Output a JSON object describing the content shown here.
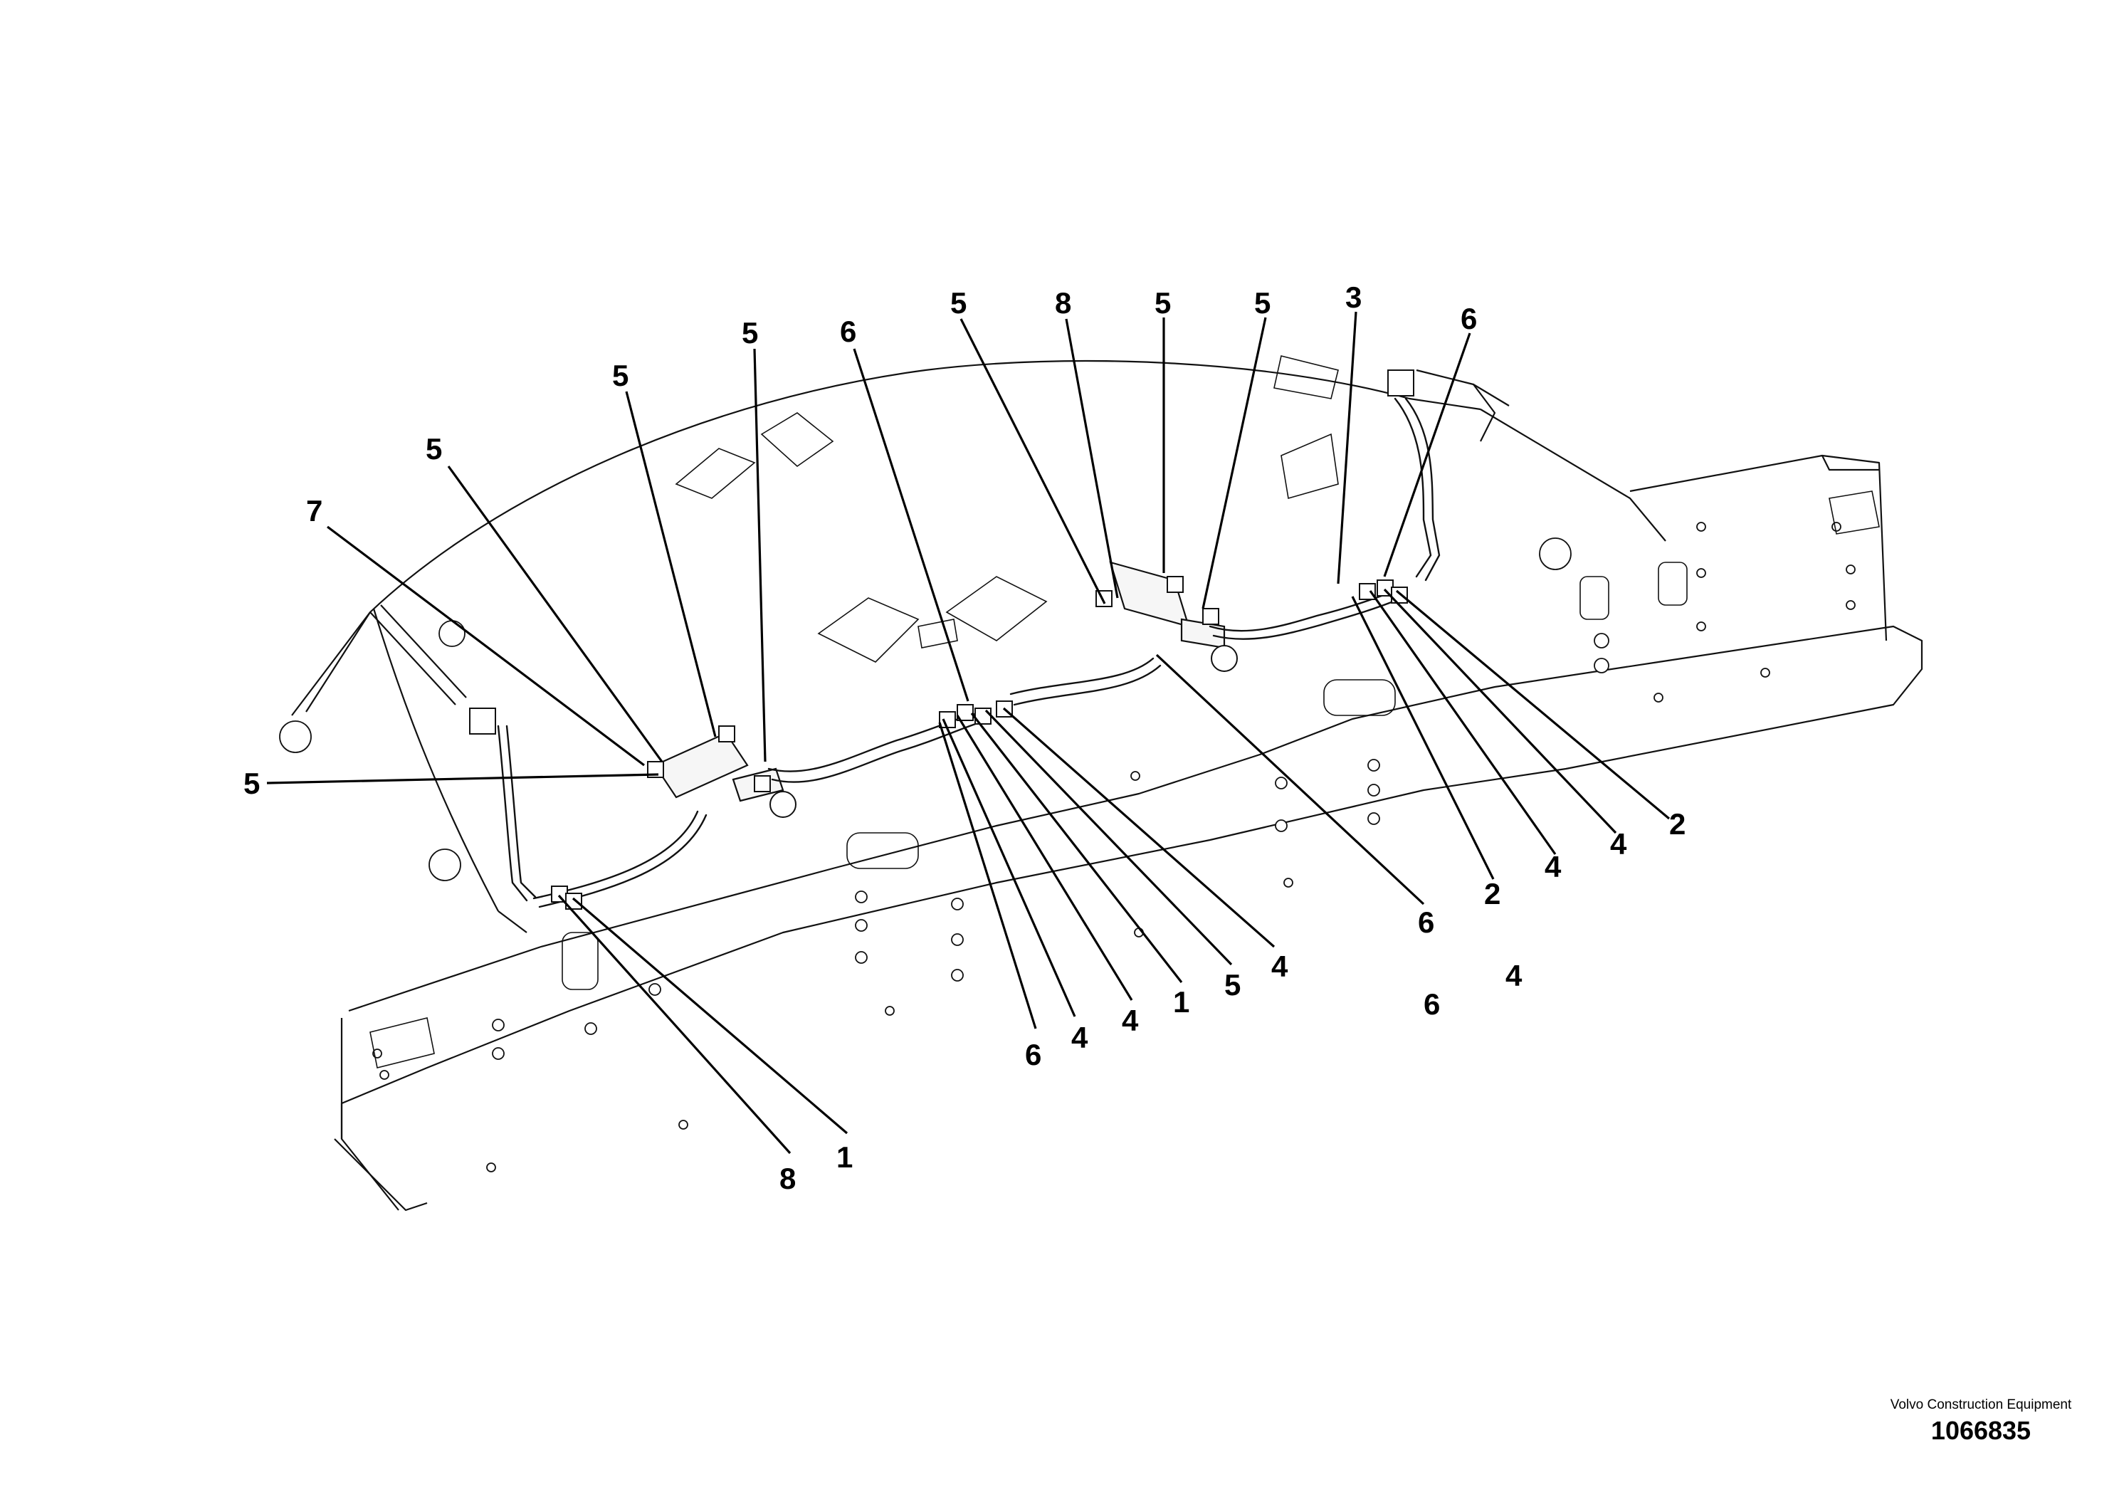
{
  "diagram": {
    "callouts": [
      "5",
      "8",
      "5",
      "5",
      "3",
      "6",
      "6",
      "5",
      "5",
      "5",
      "7",
      "5",
      "2",
      "4",
      "4",
      "2",
      "6",
      "4",
      "5",
      "1",
      "4",
      "4",
      "6",
      "1",
      "8",
      "6",
      "4"
    ]
  },
  "footer": {
    "brand_name": "Volvo Construction Equipment",
    "drawing_number": "1066835"
  }
}
